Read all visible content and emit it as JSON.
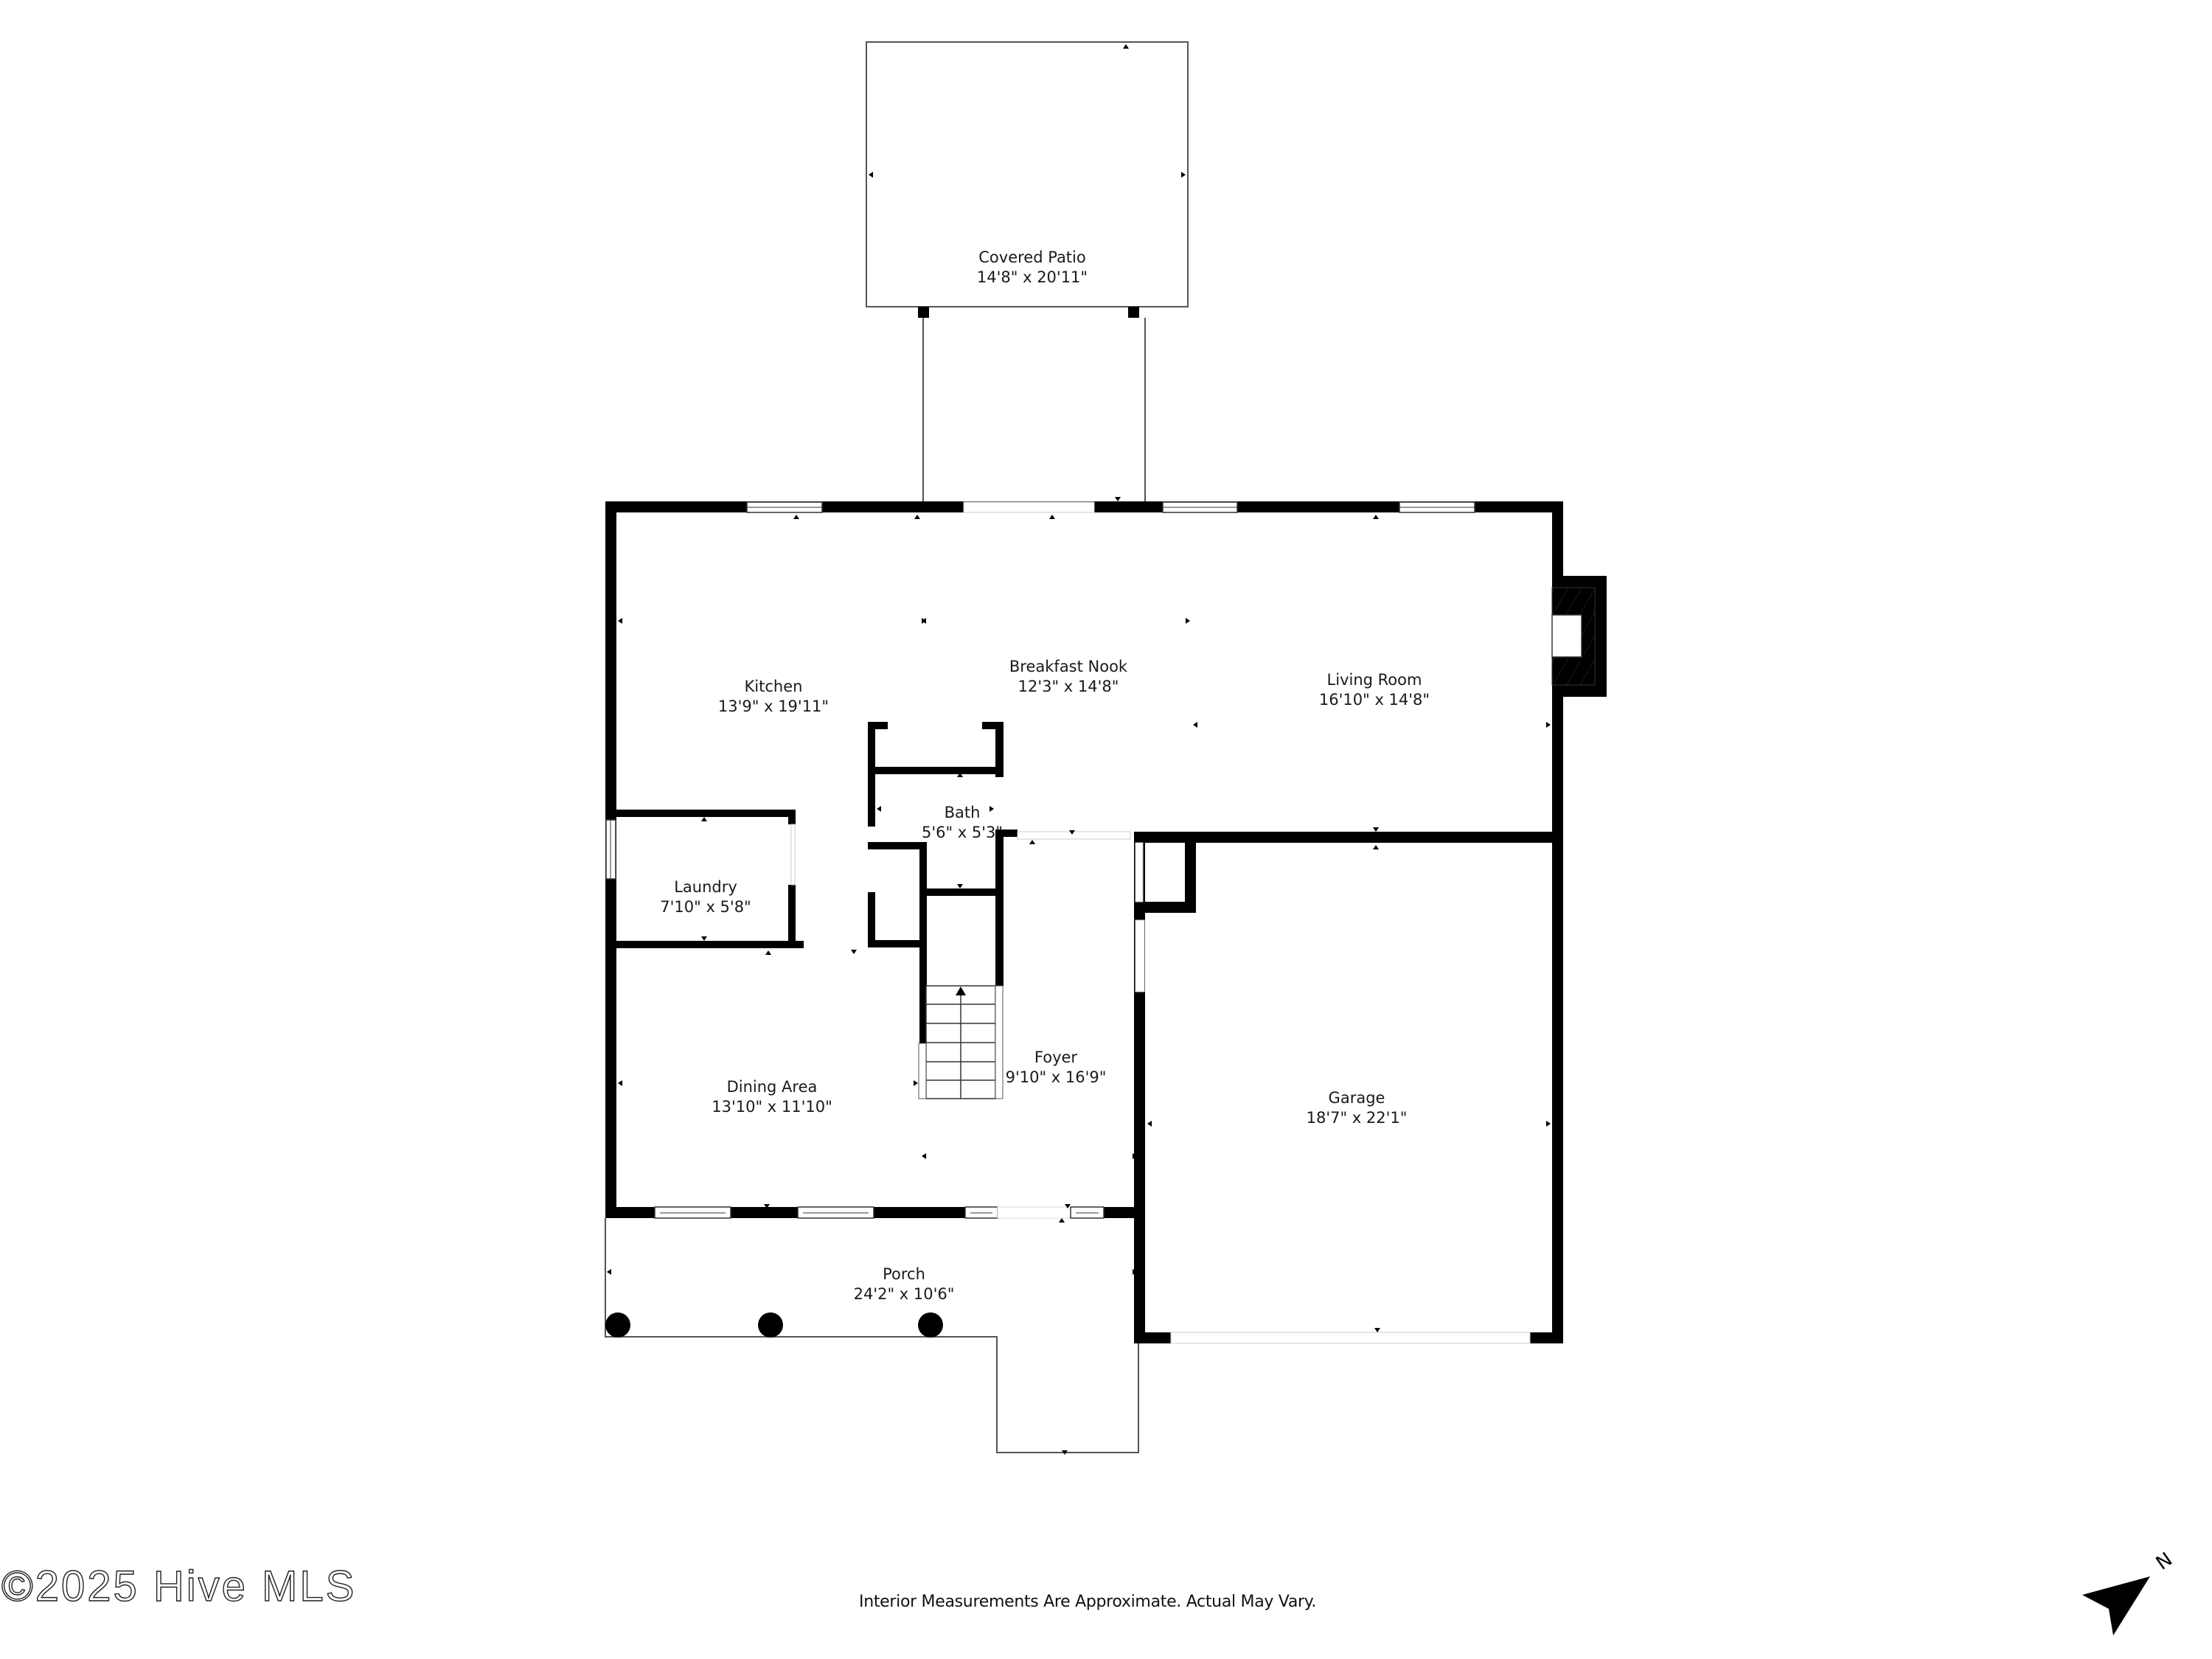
{
  "floorplan": {
    "rooms": [
      {
        "id": "covered-patio",
        "name": "Covered Patio",
        "dims": "14'8\" x 20'11\""
      },
      {
        "id": "kitchen",
        "name": "Kitchen",
        "dims": "13'9\" x 19'11\""
      },
      {
        "id": "breakfast-nook",
        "name": "Breakfast Nook",
        "dims": "12'3\" x 14'8\""
      },
      {
        "id": "living-room",
        "name": "Living Room",
        "dims": "16'10\" x 14'8\""
      },
      {
        "id": "bath",
        "name": "Bath",
        "dims": "5'6\" x 5'3\""
      },
      {
        "id": "laundry",
        "name": "Laundry",
        "dims": "7'10\" x 5'8\""
      },
      {
        "id": "dining-area",
        "name": "Dining Area",
        "dims": "13'10\" x 11'10\""
      },
      {
        "id": "foyer",
        "name": "Foyer",
        "dims": "9'10\" x 16'9\""
      },
      {
        "id": "garage",
        "name": "Garage",
        "dims": "18'7\" x 22'1\""
      },
      {
        "id": "porch",
        "name": "Porch",
        "dims": "24'2\" x 10'6\""
      }
    ],
    "north_label": "N"
  },
  "footer": {
    "watermark": "©2025 Hive MLS",
    "disclaimer": "Interior Measurements Are Approximate. Actual May Vary."
  },
  "colors": {
    "wall": "#000000",
    "background": "#ffffff",
    "text": "#1a1a1a"
  }
}
